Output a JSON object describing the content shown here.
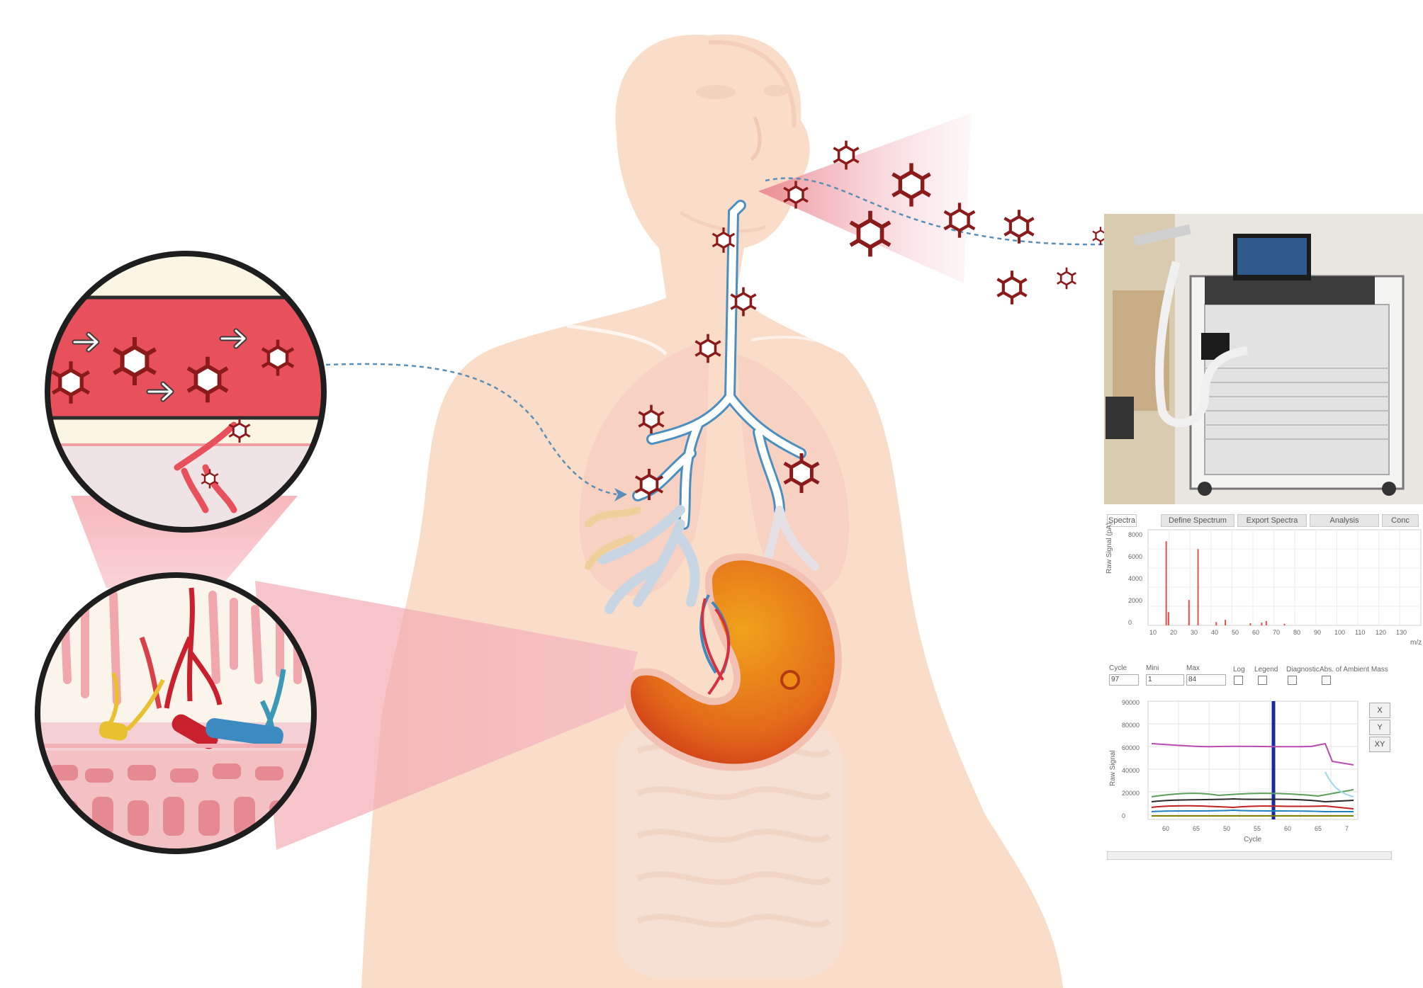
{
  "software": {
    "tabs": [
      "Spectra",
      "Define Spectrum",
      "Export Spectra",
      "Analysis",
      "Conc"
    ],
    "spectrum_axis": {
      "ylabel": "Raw Signal (pA)",
      "yticks": [
        "8000",
        "6000",
        "4000",
        "2000",
        "0"
      ],
      "xticks": [
        "10",
        "20",
        "30",
        "40",
        "50",
        "60",
        "70",
        "80",
        "90",
        "100",
        "110",
        "120",
        "130"
      ],
      "xunit": "m/z"
    },
    "controls": {
      "cycle_label": "Cycle",
      "cycle_value": "97",
      "mini_label": "Mini",
      "mini_value": "1",
      "max_label": "Max",
      "max_value": "84",
      "log_label": "Log",
      "legend_label": "Legend",
      "diagnostic_label": "Diagnostic",
      "abs_label": "Abs. of Ambient Mass"
    },
    "timecourse_axis": {
      "ylabel": "Raw Signal",
      "yticks": [
        "90000",
        "80000",
        "60000",
        "40000",
        "20000",
        "0"
      ],
      "xticks": [
        "60",
        "65",
        "50",
        "55",
        "60",
        "65",
        "7"
      ],
      "xlabel": "Cycle"
    },
    "side_buttons": [
      "X",
      "Y",
      "XY"
    ]
  },
  "colors": {
    "skin": "#f9ddc9",
    "molecule": "#8b1a1a",
    "airway": "#6aa6cf",
    "blood": "#e8505b",
    "stomach": "#e88a1a"
  }
}
